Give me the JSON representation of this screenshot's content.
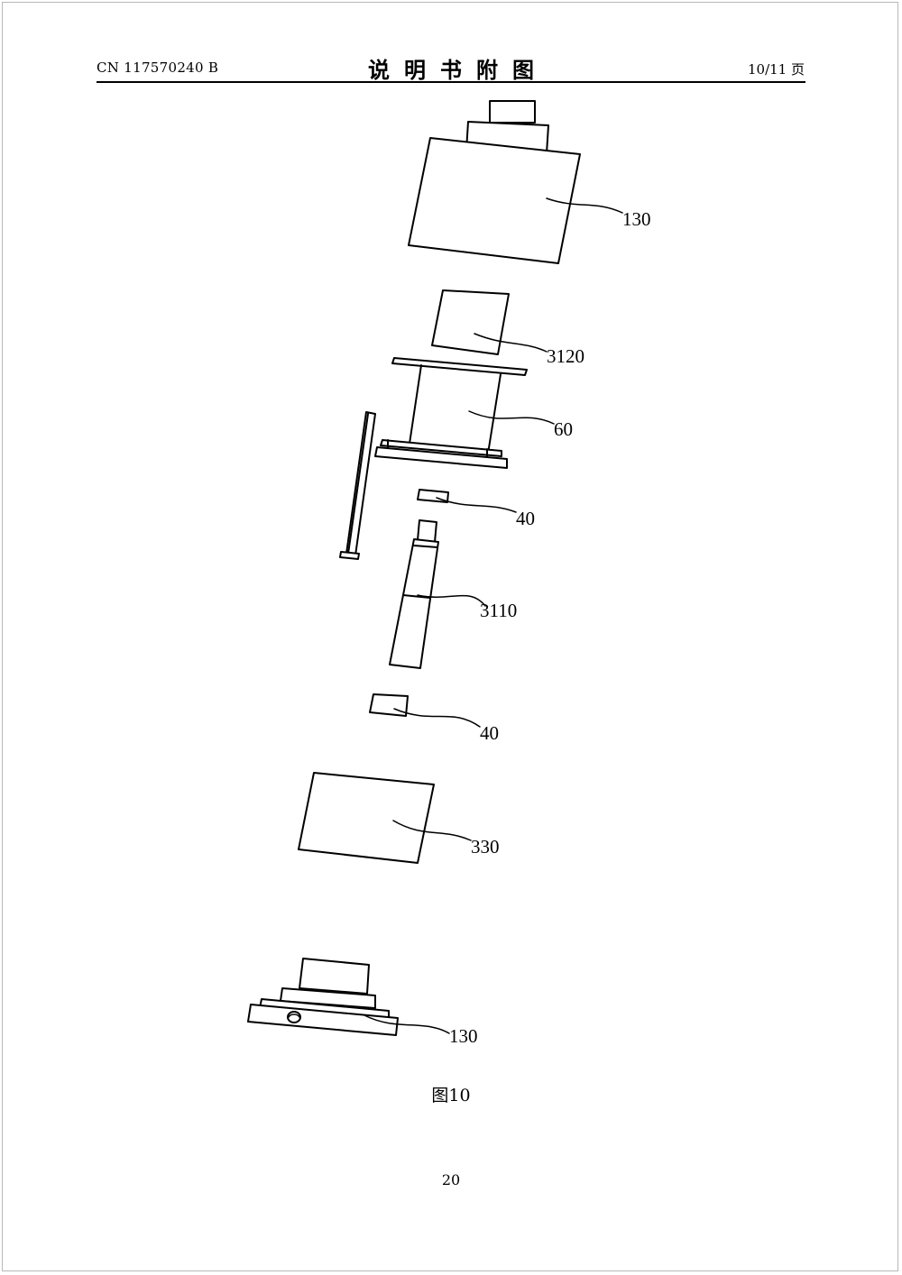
{
  "header": {
    "publication_number": "CN 117570240 B",
    "section_title": "说明书附图",
    "page_counter": "10/11 页"
  },
  "figure": {
    "caption": "图10",
    "labels": {
      "top_housing": "130",
      "block": "3120",
      "frame": "60",
      "upper_spacer": "40",
      "shaft": "3110",
      "lower_spacer": "40",
      "plate": "330",
      "base_housing": "130"
    }
  },
  "footer": {
    "page_number": "20"
  }
}
